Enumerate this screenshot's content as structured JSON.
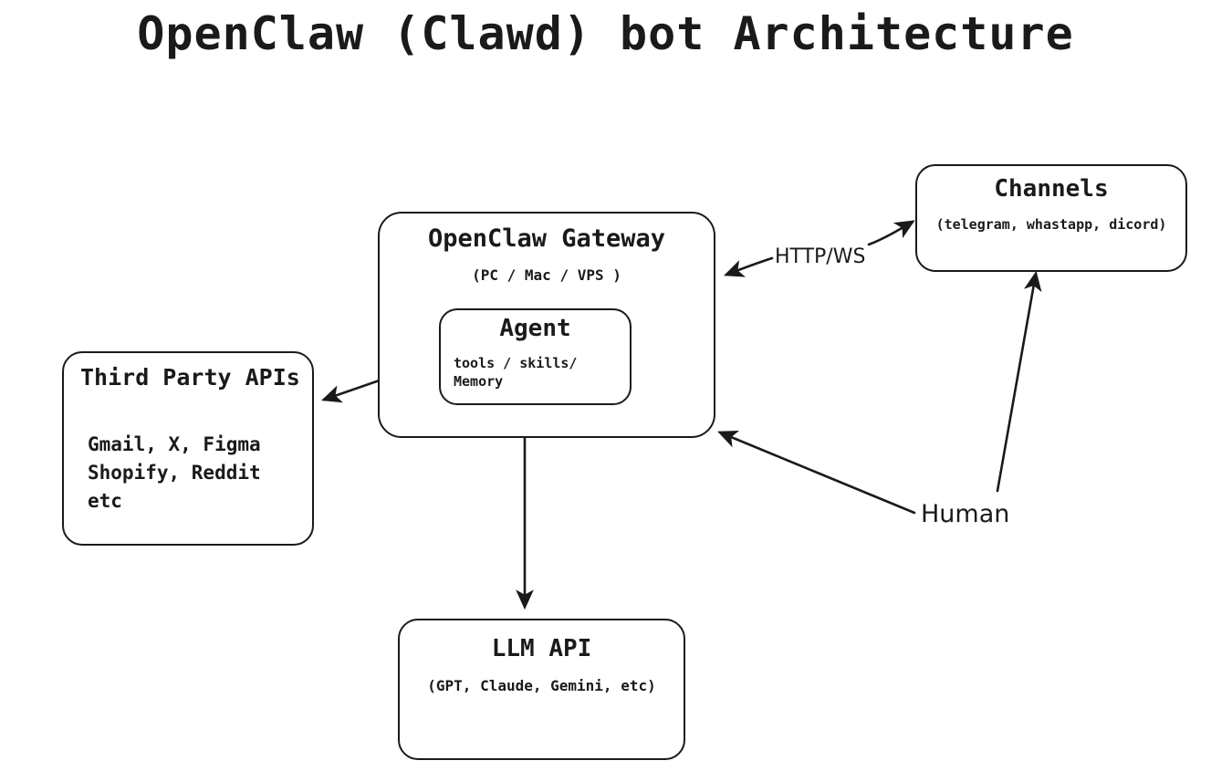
{
  "diagram": {
    "title": "OpenClaw (Clawd) bot Architecture",
    "background": "#ffffff",
    "stroke_color": "#1a1a1a",
    "nodes": {
      "gateway": {
        "title": "OpenClaw Gateway",
        "subtitle": "(PC / Mac / VPS )"
      },
      "agent": {
        "title": "Agent",
        "body": "tools / skills/\nMemory"
      },
      "channels": {
        "title": "Channels",
        "subtitle": "(telegram, whastapp, dicord)"
      },
      "third_party": {
        "title": "Third Party APIs",
        "body": "Gmail, X, Figma\nShopify, Reddit\netc"
      },
      "llm": {
        "title": "LLM API",
        "subtitle": "(GPT, Claude, Gemini, etc)"
      }
    },
    "edges": [
      {
        "name": "gateway-channels",
        "label": "HTTP/WS",
        "from": "gateway",
        "to": "channels",
        "direction": "bidirectional"
      },
      {
        "name": "agent-third-party",
        "label": "",
        "from": "agent",
        "to": "third_party",
        "direction": "forward"
      },
      {
        "name": "agent-llm",
        "label": "",
        "from": "agent",
        "to": "llm",
        "direction": "forward"
      },
      {
        "name": "human-gateway",
        "label": "Human",
        "from": "human",
        "to": "gateway",
        "direction": "forward"
      },
      {
        "name": "human-channels",
        "label": "",
        "from": "human",
        "to": "channels",
        "direction": "forward"
      }
    ],
    "labels": {
      "http_ws": "HTTP/WS",
      "human": "Human"
    }
  }
}
